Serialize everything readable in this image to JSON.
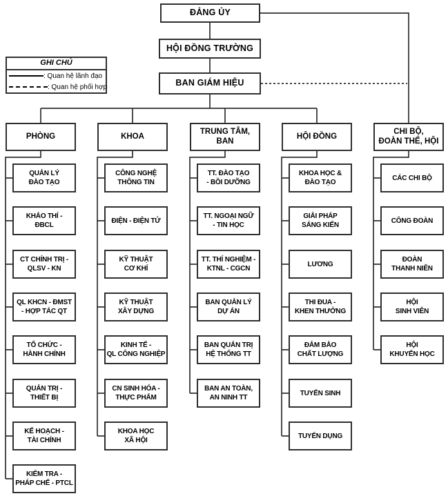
{
  "legend": {
    "title": "GHI CHÚ",
    "items": [
      {
        "style": "solid",
        "label": ": Quan hệ lãnh đạo"
      },
      {
        "style": "dashed",
        "label": ": Quan hệ phối hợp"
      }
    ]
  },
  "top_nodes": [
    {
      "label": "ĐẢNG ỦY"
    },
    {
      "label": "HỘI ĐỒNG TRƯỜNG"
    },
    {
      "label": "BAN GIÁM HIỆU"
    }
  ],
  "columns": [
    {
      "header": "PHÒNG",
      "children": [
        "QUẢN LÝ\nĐÀO TẠO",
        "KHẢO THÍ -\nĐBCL",
        "CT CHÍNH TRỊ -\nQLSV - KN",
        "QL KHCN - ĐMST\n- HỢP TÁC QT",
        "TỔ CHỨC -\nHÀNH CHÍNH",
        "QUẢN TRỊ -\nTHIẾT BỊ",
        "KẾ HOẠCH -\nTÀI CHÍNH",
        "KIỂM TRA -\nPHÁP CHẾ - PTCL"
      ]
    },
    {
      "header": "KHOA",
      "children": [
        "CÔNG NGHỆ\nTHÔNG TIN",
        "ĐIỆN - ĐIỆN TỬ",
        "KỸ THUẬT\nCƠ KHÍ",
        "KỸ THUẬT\nXÂY DỰNG",
        "KINH TẾ -\nQL CÔNG NGHIỆP",
        "CN SINH HÓA -\nTHỰC PHẨM",
        "KHOA HỌC\nXÃ HỘI"
      ]
    },
    {
      "header": "TRUNG TÂM,\nBAN",
      "children": [
        "TT. ĐÀO TẠO\n- BỒI DƯỠNG",
        "TT. NGOẠI NGỮ\n- TIN HỌC",
        "TT. THÍ NGHIỆM -\nKTNL - CGCN",
        "BAN QUẢN LÝ\nDỰ ÁN",
        "BAN QUẢN TRỊ\nHỆ THỐNG TT",
        "BAN AN TOÀN,\nAN NINH TT"
      ]
    },
    {
      "header": "HỘI ĐỒNG",
      "children": [
        "KHOA HỌC &\nĐÀO TẠO",
        "GIẢI PHÁP\nSÁNG KIẾN",
        "LƯƠNG",
        "THI ĐUA -\nKHEN THƯỞNG",
        "ĐẢM BẢO\nCHẤT LƯỢNG",
        "TUYỂN SINH",
        "TUYỂN DỤNG"
      ]
    },
    {
      "header": "CHI BỘ,\nĐOÀN THỂ, HỘI",
      "children": [
        "CÁC CHI BỘ",
        "CÔNG ĐOÀN",
        "ĐOÀN\nTHANH NIÊN",
        "HỘI\nSINH VIÊN",
        "HỘI\nKHUYẾN HỌC"
      ]
    }
  ],
  "colors": {
    "border": "#2e2e2e",
    "background": "#ffffff",
    "text": "#000000"
  }
}
